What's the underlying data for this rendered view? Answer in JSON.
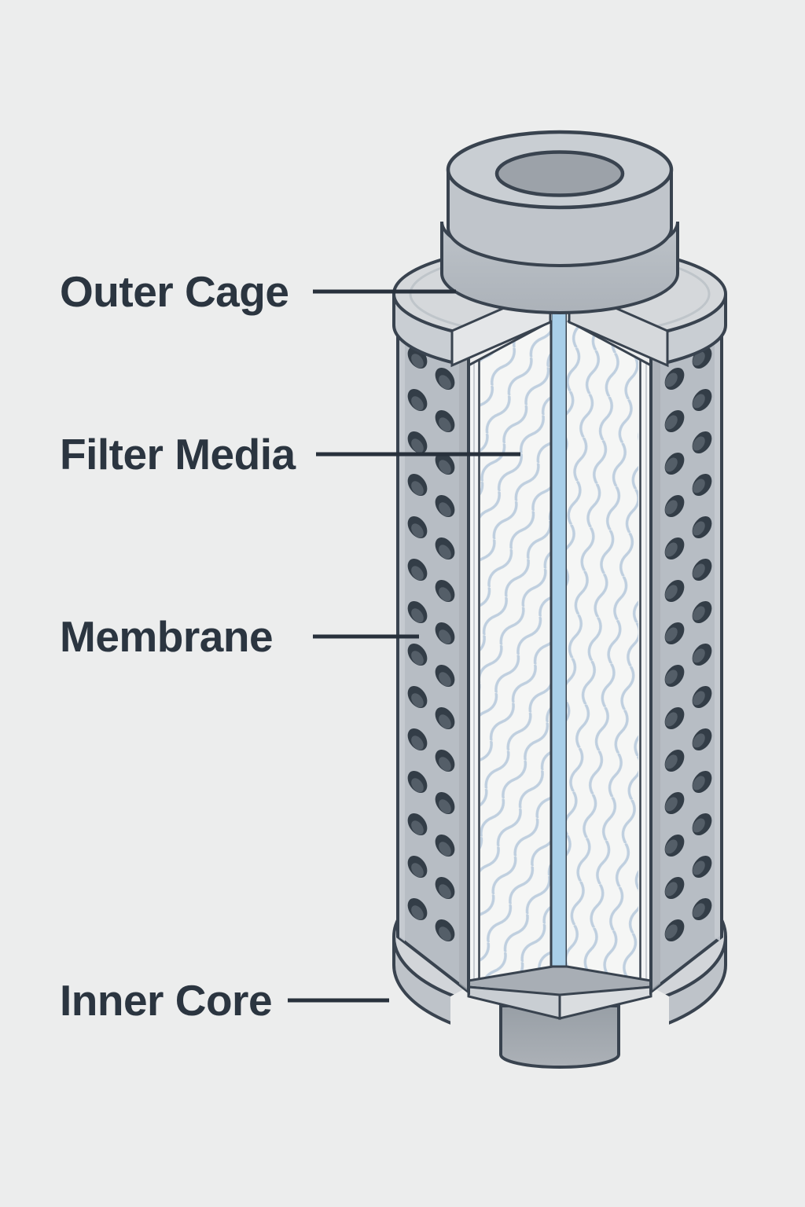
{
  "diagram": {
    "type": "filter-cartridge-cutaway",
    "labels": [
      {
        "text": "Outer Cage",
        "target": "outer-cage"
      },
      {
        "text": "Filter Media",
        "target": "filter-media"
      },
      {
        "text": "Membrane",
        "target": "membrane"
      },
      {
        "text": "Inner Core",
        "target": "inner-core"
      }
    ],
    "colors": {
      "background": "#ECEDED",
      "outline": "#39434F",
      "label_text": "#2B3540",
      "leader_line": "#28313C",
      "cage_metal": "#B7BDC4",
      "end_cap_top": "#D5D8DB",
      "filter_media_bg": "#F5F6F5",
      "filter_media_wave": "#BFCFDF",
      "inner_core_blue": "#A9CFE9",
      "perforation": "#333D47"
    }
  }
}
